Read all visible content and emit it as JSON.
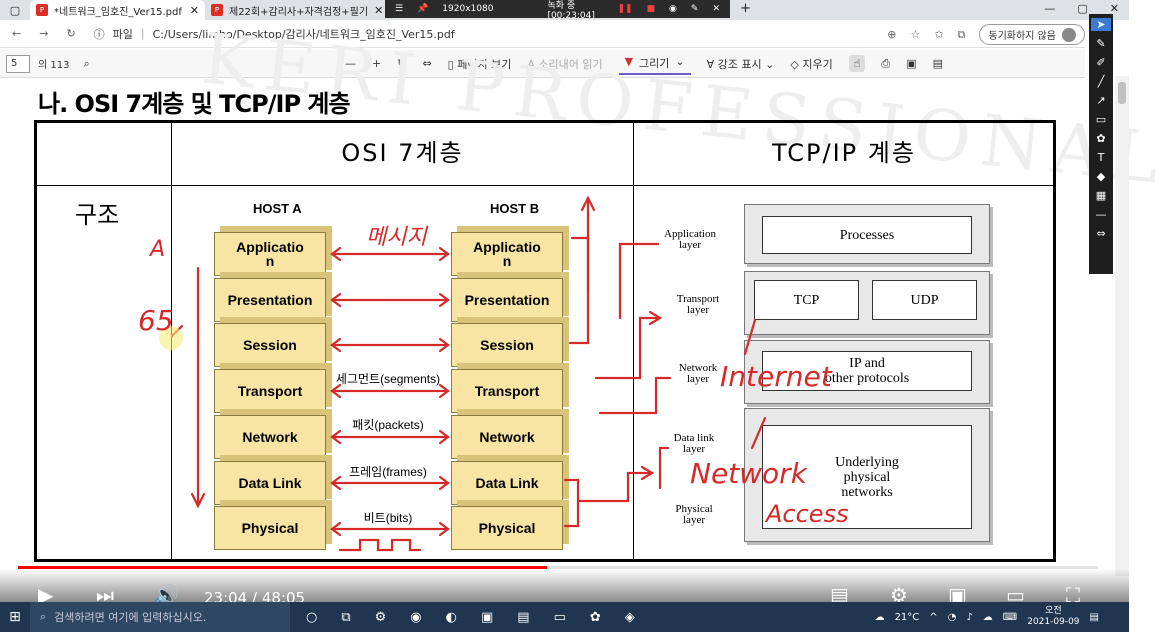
{
  "browser": {
    "tabs": [
      {
        "label": "*네트워크_임호진_Ver15.pdf",
        "active": true
      },
      {
        "label": "제22회+감리사+자격검정+필기",
        "active": false
      }
    ],
    "recorder": {
      "resolution": "1920x1080",
      "status": "녹화 중 [00:23:04]"
    },
    "address": {
      "scheme_label": "파일",
      "path": "C:/Users/limho/Desktop/감리사/네트워크_임호진_Ver15.pdf"
    },
    "sync_label": "동기화하지 않음"
  },
  "pdf_toolbar": {
    "page": "5",
    "page_count": "의 113",
    "page_view": "페이지 보기",
    "read_aloud": "소리내어 읽기",
    "draw": "그리기",
    "highlight": "강조 표시",
    "erase": "지우기"
  },
  "slide": {
    "heading": "나. OSI 7계층 및 TCP/IP 계층",
    "watermark": "KERI PROFESSIONAL",
    "col_osi": "OSI 7계층",
    "col_tcp": "TCP/IP 계층",
    "row_struct": "구조",
    "host_a": "HOST A",
    "host_b": "HOST B",
    "layers": [
      "Applicatio\nn",
      "Presentation",
      "Session",
      "Transport",
      "Network",
      "Data Link",
      "Physical"
    ],
    "pdus": {
      "transport": "세그먼트(segments)",
      "network": "패킷(packets)",
      "datalink": "프레임(frames)",
      "physical": "비트(bits)"
    },
    "tcp_labels": {
      "application": "Application\nlayer",
      "transport": "Transport\nlayer",
      "network": "Network\nlayer",
      "datalink": "Data link\nlayer",
      "physical": "Physical\nlayer"
    },
    "tcp_boxes": {
      "processes": "Processes",
      "tcp": "TCP",
      "udp": "UDP",
      "ip": "IP and\nother protocols",
      "underlying": "Underlying\nphysical\nnetworks"
    }
  },
  "annotations": {
    "message": "메시지",
    "number": "65",
    "letter": "A",
    "internet": "Internet",
    "network": "Network",
    "access": "Access"
  },
  "video": {
    "time": "23:04 / 48:05",
    "progress": 0.48
  },
  "taskbar": {
    "search_placeholder": "검색하려면 여기에 입력하십시오.",
    "weather": "21°C",
    "clock_time": "오전",
    "clock_date": "2021-09-09"
  },
  "colors": {
    "ink": "#d42a2a",
    "layer_fill": "#f8e5a4",
    "progress": "#ff0000"
  }
}
